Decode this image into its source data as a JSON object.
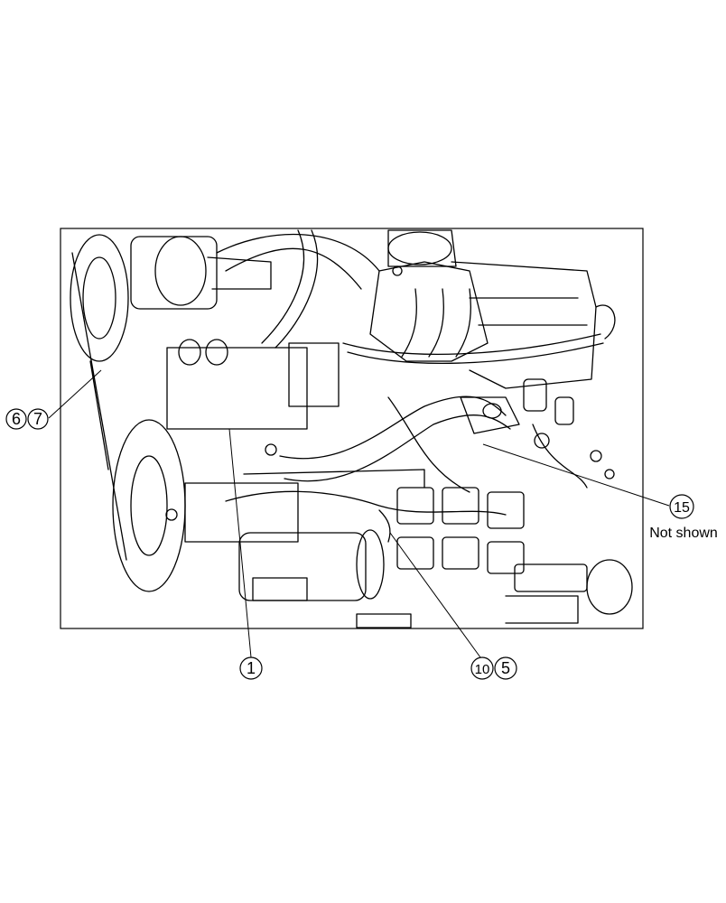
{
  "callouts": {
    "c6": "6",
    "c7": "7",
    "c15": "15",
    "c15_note": "Not shown",
    "c1": "1",
    "c10": "10",
    "c5": "5"
  }
}
